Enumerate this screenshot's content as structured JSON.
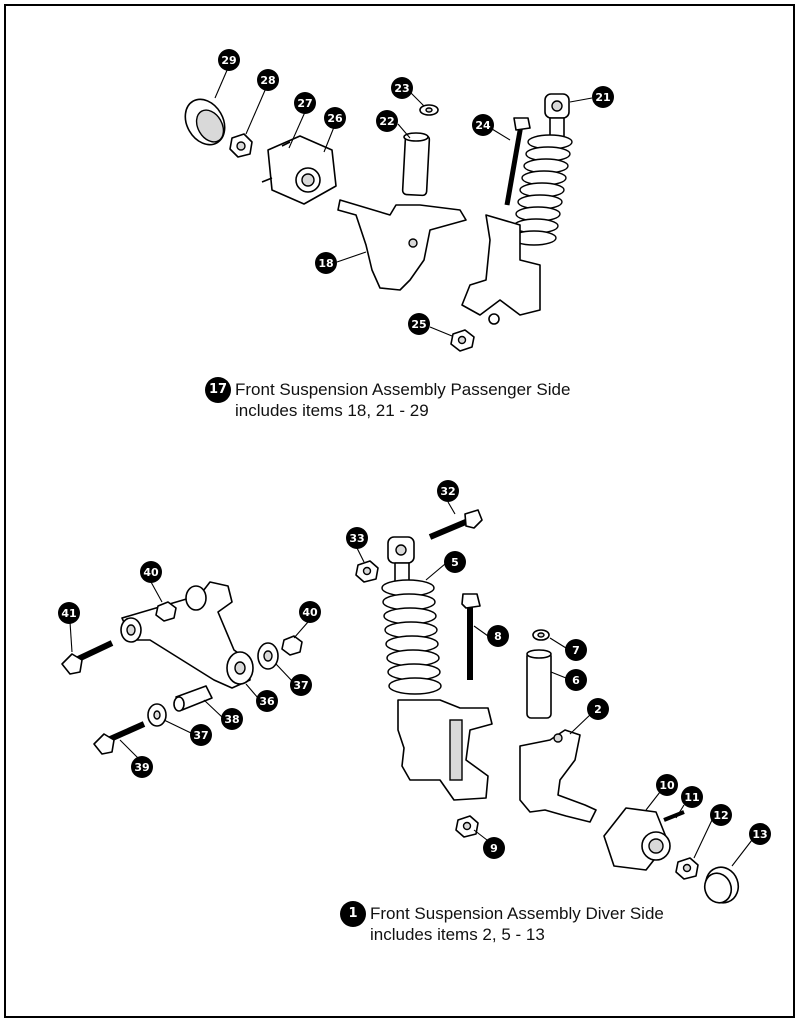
{
  "callouts": {
    "passenger": [
      "29",
      "28",
      "27",
      "26",
      "23",
      "22",
      "24",
      "21",
      "18",
      "25"
    ],
    "driver": [
      "32",
      "33",
      "5",
      "40",
      "41",
      "40",
      "8",
      "7",
      "6",
      "37",
      "36",
      "38",
      "37",
      "39",
      "2",
      "10",
      "11",
      "12",
      "13",
      "9"
    ]
  },
  "captions": {
    "passenger": {
      "badge": "17",
      "line1": "Front Suspension Assembly Passenger Side",
      "line2": "includes items 18, 21 - 29"
    },
    "driver": {
      "badge": "1",
      "line1": "Front Suspension Assembly Diver Side",
      "line2": "includes items 2, 5 - 13"
    }
  }
}
